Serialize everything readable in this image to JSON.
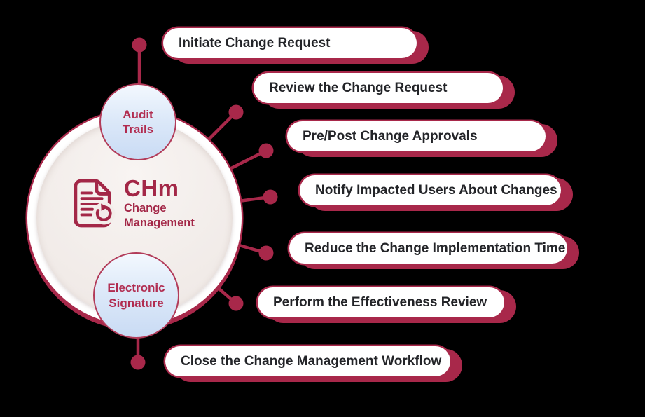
{
  "canvas": {
    "background": "#000000"
  },
  "colors": {
    "crimson": "#A8284A",
    "pill_text": "#232428",
    "center_text": "#A32747",
    "bubble_border": "#B23B59",
    "bubble_text": "#B12C50",
    "bubble_fill_top": "#F3F8FE",
    "bubble_fill_bottom": "#C9DBF4",
    "inner_circle_fill": "#F1EBE8",
    "pill_fill": "#FFFFFF"
  },
  "center": {
    "icon": "document-refresh-icon",
    "code": "CHm",
    "label_line1": "Change",
    "label_line2": "Management"
  },
  "bubbles": [
    {
      "id": "audit-trails",
      "line1": "Audit",
      "line2": "Trails"
    },
    {
      "id": "electronic-signature",
      "line1": "Electronic",
      "line2": "Signature"
    }
  ],
  "steps": [
    "Initiate Change Request",
    "Review the Change Request",
    "Pre/Post Change Approvals",
    "Notify Impacted Users About Changes",
    "Reduce the Change Implementation Time",
    "Perform the Effectiveness Review",
    "Close the Change Management Workflow"
  ]
}
